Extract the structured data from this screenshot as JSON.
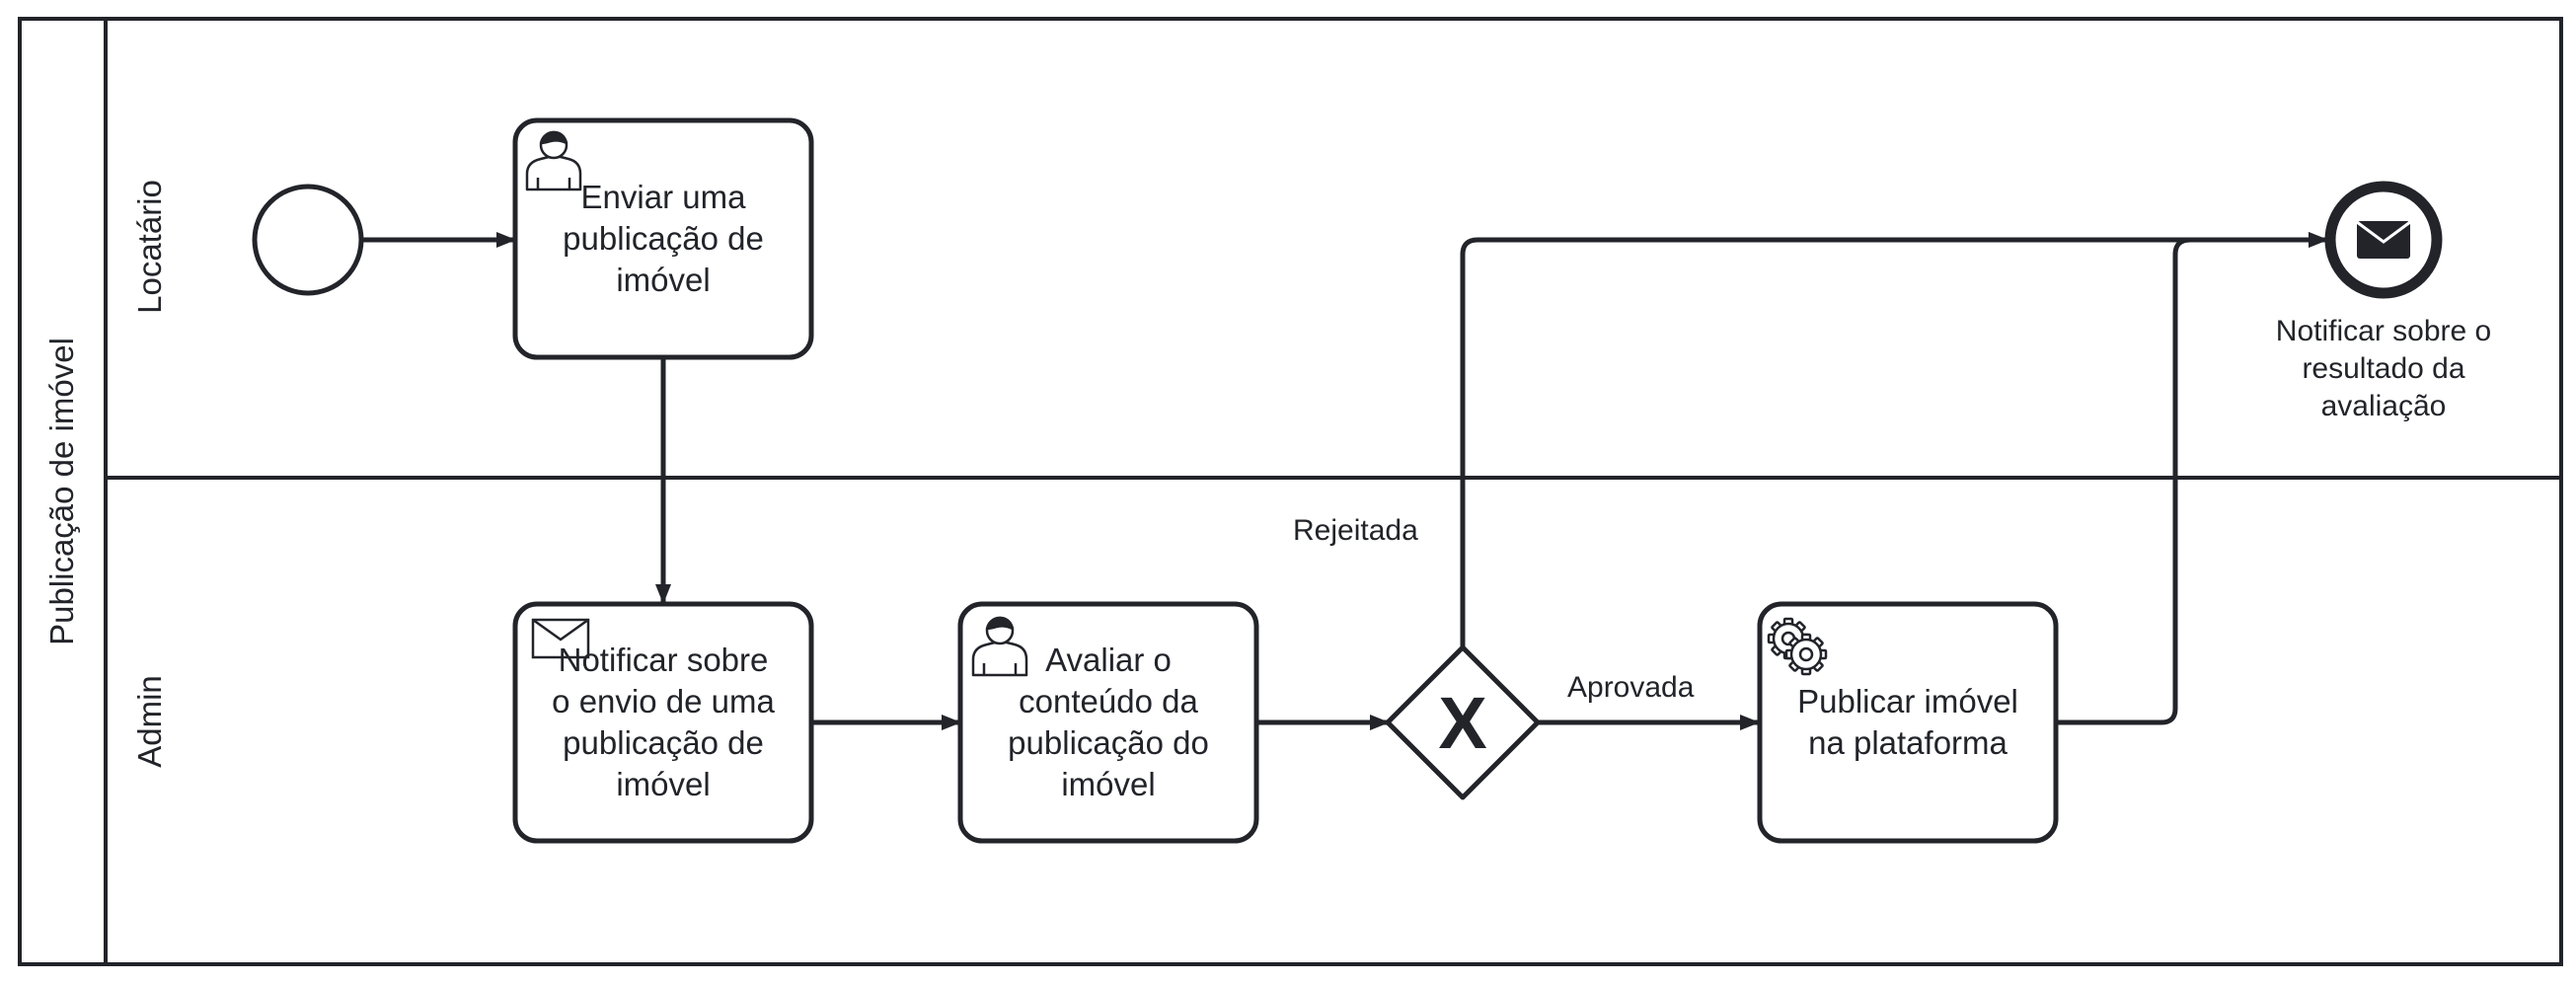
{
  "pool": {
    "label": "Publicação de imóvel"
  },
  "lanes": [
    {
      "id": "lane-locatario",
      "label": "Locatário"
    },
    {
      "id": "lane-admin",
      "label": "Admin"
    }
  ],
  "tasks": {
    "enviar": {
      "type": "user",
      "label": "Enviar uma\npublicação de\nimóvel"
    },
    "notificar_envio": {
      "type": "send",
      "label": "Notificar sobre\no envio de uma\npublicação de\nimóvel"
    },
    "avaliar": {
      "type": "user",
      "label": "Avaliar o\nconteúdo da\npublicação do\nimóvel"
    },
    "publicar": {
      "type": "service",
      "label": "Publicar imóvel\nna plataforma"
    }
  },
  "gateway": {
    "type": "exclusive",
    "marker": "X"
  },
  "end_event": {
    "type": "message",
    "label": "Notificar sobre o\nresultado da\navaliação"
  },
  "flows": {
    "rejeitada": "Rejeitada",
    "aprovada": "Aprovada"
  },
  "colors": {
    "stroke": "#22242a",
    "fill": "#ffffff"
  }
}
